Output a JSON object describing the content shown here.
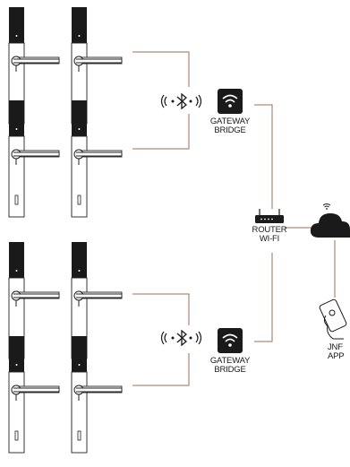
{
  "gateway_top": {
    "line1": "GATEWAY",
    "line2": "BRIDGE"
  },
  "gateway_bottom": {
    "line1": "GATEWAY",
    "line2": "BRIDGE"
  },
  "router": {
    "line1": "ROUTER",
    "line2": "WI-FI"
  },
  "app": {
    "line1": "JNF",
    "line2": "APP"
  },
  "bluetooth_symbol_top": "((·ʙ·))",
  "bluetooth_symbol_bottom": "((·ʙ·))",
  "icons": [
    "door-handle-lock-icon",
    "bluetooth-icon",
    "wifi-gateway-icon",
    "router-icon",
    "cloud-icon",
    "smartphone-app-icon"
  ],
  "colors": {
    "connector": "#9b6f5a",
    "device": "#1a1a1a",
    "outline": "#222222"
  }
}
